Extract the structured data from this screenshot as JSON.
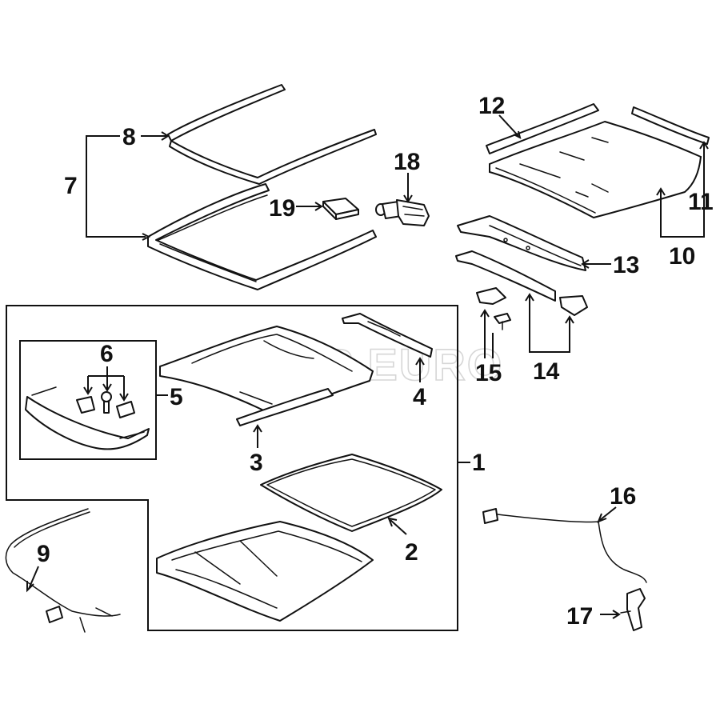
{
  "watermark": "FCP EURO",
  "callouts": [
    {
      "id": "1",
      "label": "1"
    },
    {
      "id": "2",
      "label": "2"
    },
    {
      "id": "3",
      "label": "3"
    },
    {
      "id": "4",
      "label": "4"
    },
    {
      "id": "5",
      "label": "5"
    },
    {
      "id": "6",
      "label": "6"
    },
    {
      "id": "7",
      "label": "7"
    },
    {
      "id": "8",
      "label": "8"
    },
    {
      "id": "9",
      "label": "9"
    },
    {
      "id": "10",
      "label": "10"
    },
    {
      "id": "11",
      "label": "11"
    },
    {
      "id": "12",
      "label": "12"
    },
    {
      "id": "13",
      "label": "13"
    },
    {
      "id": "14",
      "label": "14"
    },
    {
      "id": "15",
      "label": "15"
    },
    {
      "id": "16",
      "label": "16"
    },
    {
      "id": "17",
      "label": "17"
    },
    {
      "id": "18",
      "label": "18"
    },
    {
      "id": "19",
      "label": "19"
    }
  ],
  "colors": {
    "line": "#111111",
    "background": "#ffffff",
    "watermark": "#d6d6d6"
  }
}
